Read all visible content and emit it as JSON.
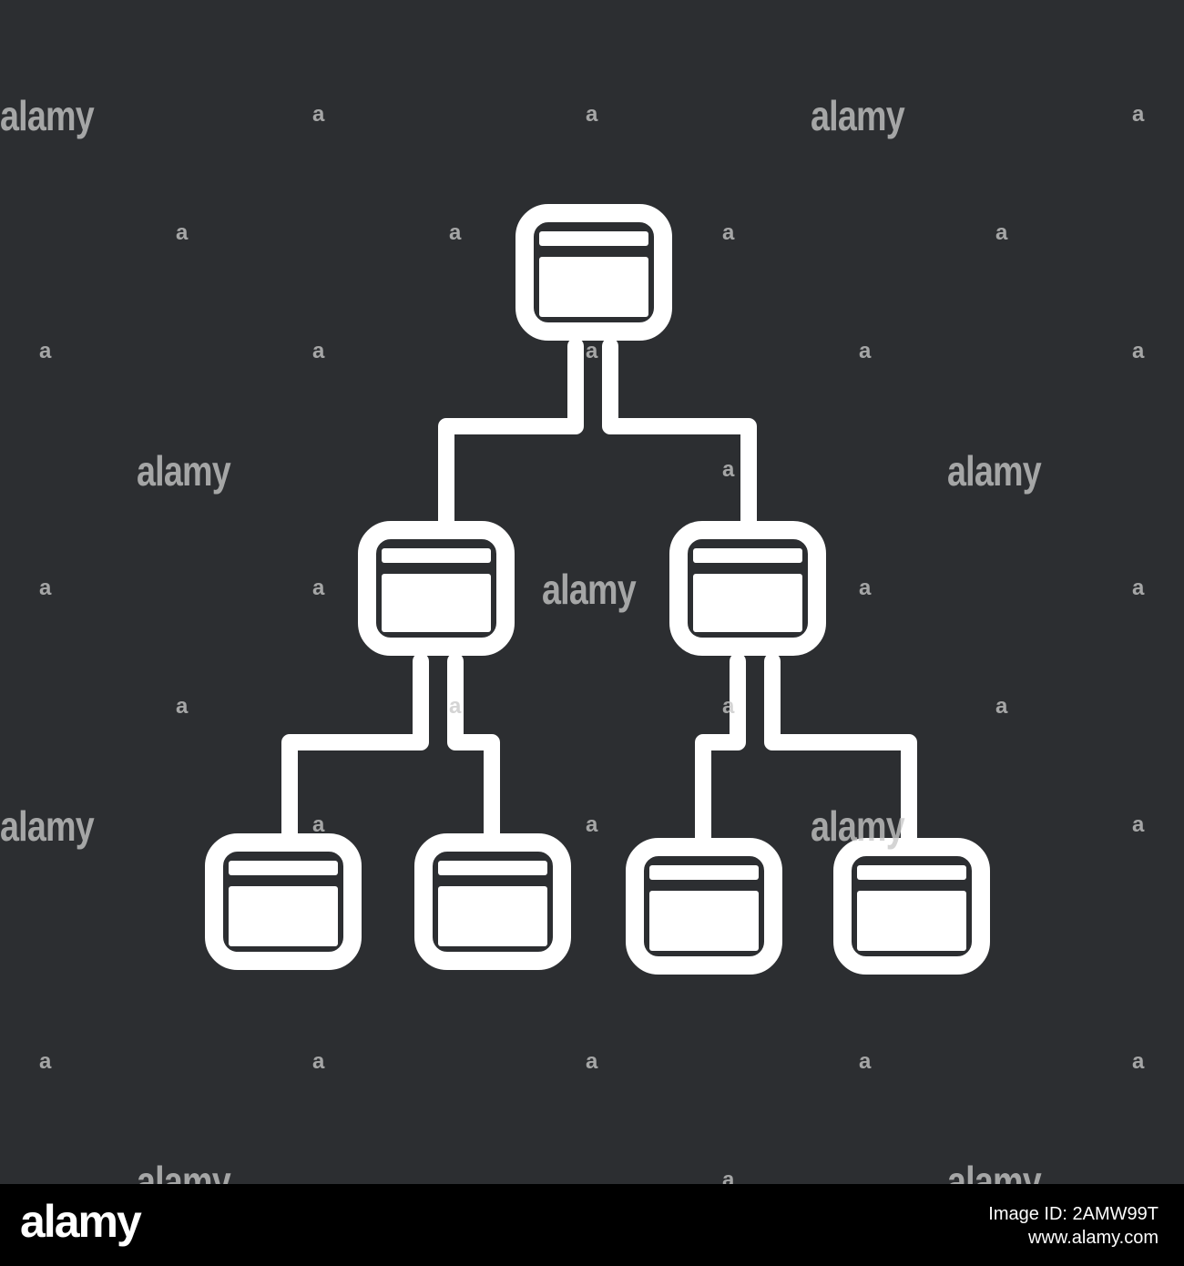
{
  "colors": {
    "background": "#2c2e31",
    "stroke": "#ffffff",
    "footer_background": "#000000",
    "footer_text": "#ffffff"
  },
  "diagram": {
    "type": "hierarchy-tree",
    "icon_style": "chalk-stroke",
    "nodes": [
      {
        "id": "root",
        "level": 0,
        "parent": null
      },
      {
        "id": "mid-left",
        "level": 1,
        "parent": "root"
      },
      {
        "id": "mid-right",
        "level": 1,
        "parent": "root"
      },
      {
        "id": "leaf-1",
        "level": 2,
        "parent": "mid-left"
      },
      {
        "id": "leaf-2",
        "level": 2,
        "parent": "mid-left"
      },
      {
        "id": "leaf-3",
        "level": 2,
        "parent": "mid-right"
      },
      {
        "id": "leaf-4",
        "level": 2,
        "parent": "mid-right"
      }
    ]
  },
  "watermark": {
    "word": "alamy",
    "letter": "a"
  },
  "footer": {
    "logo": "alamy",
    "image_id": "Image ID: 2AMW99T",
    "site": "www.alamy.com"
  }
}
